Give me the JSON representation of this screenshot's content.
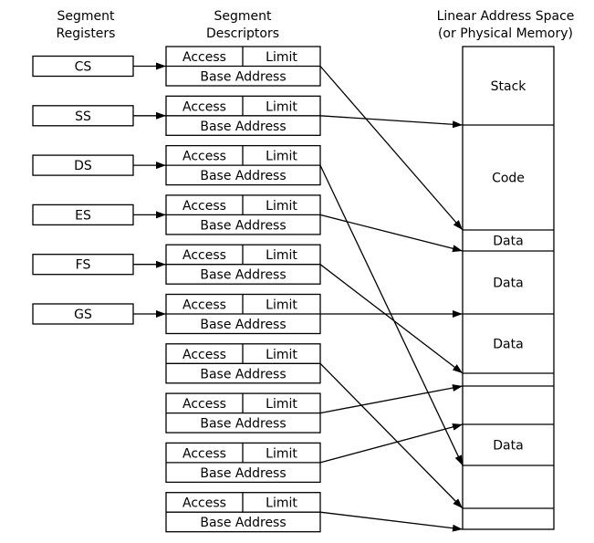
{
  "headers": {
    "registers": [
      "Segment",
      "Registers"
    ],
    "descriptors": [
      "Segment",
      "Descriptors"
    ],
    "memory": [
      "Linear Address Space",
      "(or Physical Memory)"
    ]
  },
  "registers": [
    "CS",
    "SS",
    "DS",
    "ES",
    "FS",
    "GS"
  ],
  "descriptor_fields": {
    "access": "Access",
    "limit": "Limit",
    "base": "Base Address"
  },
  "descriptor_count": 10,
  "memory_segments": [
    {
      "label": "Stack"
    },
    {
      "label": "Code"
    },
    {
      "label": "Data"
    },
    {
      "label": "Data"
    },
    {
      "label": "Data"
    },
    {
      "label": ""
    },
    {
      "label": ""
    },
    {
      "label": "Data"
    },
    {
      "label": ""
    },
    {
      "label": ""
    }
  ],
  "colors": {
    "stroke": "#000000",
    "background": "#ffffff"
  }
}
